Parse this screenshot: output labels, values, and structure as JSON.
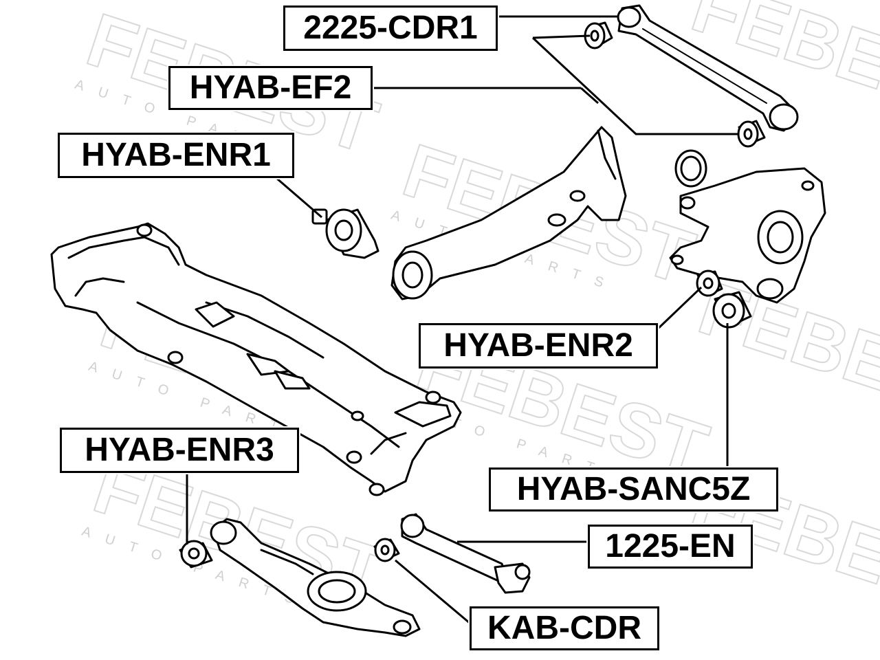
{
  "watermark": {
    "brand": "FEBEST",
    "sub": "AUTO PARTS"
  },
  "parts": [
    {
      "code": "2225-CDR1"
    },
    {
      "code": "HYAB-EF2"
    },
    {
      "code": "HYAB-ENR1"
    },
    {
      "code": "HYAB-ENR2"
    },
    {
      "code": "HYAB-SANC5Z"
    },
    {
      "code": "HYAB-ENR3"
    },
    {
      "code": "1225-EN"
    },
    {
      "code": "KAB-CDR"
    }
  ]
}
